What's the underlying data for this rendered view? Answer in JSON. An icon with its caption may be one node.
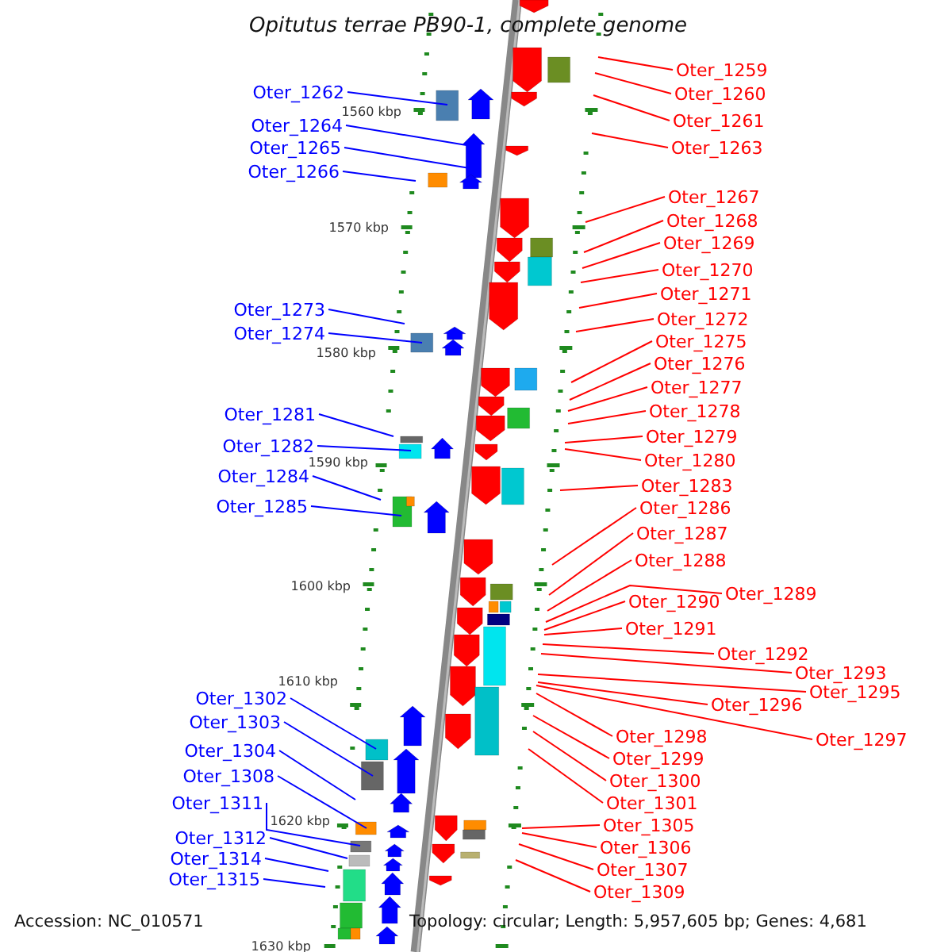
{
  "diagram": {
    "title": "Opitutus terrae PB90-1, complete genome",
    "nodes": [
      {
        "text": [
          "Oter_1262"
        ]
      },
      {
        "text": [
          "Oter_1264"
        ]
      },
      {
        "text": [
          "Oter_1265"
        ]
      },
      {
        "text": [
          "Oter_1266"
        ]
      },
      {
        "text": [
          "Oter_1273"
        ]
      },
      {
        "text": [
          "Oter_1274"
        ]
      },
      {
        "text": [
          "Oter_1281"
        ]
      },
      {
        "text": [
          "Oter_1282"
        ]
      },
      {
        "text": [
          "Oter_1284"
        ]
      },
      {
        "text": [
          "Oter_1285"
        ]
      },
      {
        "text": [
          "Oter_1302"
        ]
      },
      {
        "text": [
          "Oter_1303"
        ]
      },
      {
        "text": [
          "Oter_1304"
        ]
      },
      {
        "text": [
          "Oter_1308"
        ]
      },
      {
        "text": [
          "Oter_1311"
        ]
      },
      {
        "text": [
          "Oter_1312"
        ]
      },
      {
        "text": [
          "Oter_1314"
        ]
      },
      {
        "text": [
          "Oter_1315"
        ]
      },
      {
        "text": [
          "Oter_1259"
        ]
      },
      {
        "text": [
          "Oter_1260"
        ]
      },
      {
        "text": [
          "Oter_1261"
        ]
      },
      {
        "text": [
          "Oter_1263"
        ]
      },
      {
        "text": [
          "Oter_1267"
        ]
      },
      {
        "text": [
          "Oter_1268"
        ]
      },
      {
        "text": [
          "Oter_1269"
        ]
      },
      {
        "text": [
          "Oter_1270"
        ]
      },
      {
        "text": [
          "Oter_1271"
        ]
      },
      {
        "text": [
          "Oter_1272"
        ]
      },
      {
        "text": [
          "Oter_1275"
        ]
      },
      {
        "text": [
          "Oter_1276"
        ]
      },
      {
        "text": [
          "Oter_1277"
        ]
      },
      {
        "text": [
          "Oter_1278"
        ]
      },
      {
        "text": [
          "Oter_1279"
        ]
      },
      {
        "text": [
          "Oter_1280"
        ]
      },
      {
        "text": [
          "Oter_1283"
        ]
      },
      {
        "text": [
          "Oter_1286"
        ]
      },
      {
        "text": [
          "Oter_1287"
        ]
      },
      {
        "text": [
          "Oter_1288"
        ]
      },
      {
        "text": [
          "Oter_1289"
        ]
      },
      {
        "text": [
          "Oter_1290"
        ]
      },
      {
        "text": [
          "Oter_1291"
        ]
      },
      {
        "text": [
          "Oter_1292"
        ]
      },
      {
        "text": [
          "Oter_1293"
        ]
      },
      {
        "text": [
          "Oter_1295"
        ]
      },
      {
        "text": [
          "Oter_1296"
        ]
      },
      {
        "text": [
          "Oter_1297"
        ]
      },
      {
        "text": [
          "Oter_1298"
        ]
      },
      {
        "text": [
          "Oter_1299"
        ]
      },
      {
        "text": [
          "Oter_1300"
        ]
      },
      {
        "text": [
          "Oter_1301"
        ]
      },
      {
        "text": [
          "Oter_1305"
        ]
      },
      {
        "text": [
          "Oter_1306"
        ]
      },
      {
        "text": [
          "Oter_1307"
        ]
      },
      {
        "text": [
          "Oter_1309"
        ]
      }
    ],
    "edges": [
      {
        "from": 0,
        "to": null,
        "arrow": "none",
        "color": "#0000ff"
      },
      {
        "from": 1,
        "to": null,
        "arrow": "none",
        "color": "#0000ff"
      },
      {
        "from": 2,
        "to": null,
        "arrow": "none",
        "color": "#0000ff"
      },
      {
        "from": 3,
        "to": null,
        "arrow": "none",
        "color": "#0000ff"
      },
      {
        "from": 4,
        "to": null,
        "arrow": "none",
        "color": "#0000ff"
      },
      {
        "from": 5,
        "to": null,
        "arrow": "none",
        "color": "#0000ff"
      },
      {
        "from": 6,
        "to": null,
        "arrow": "none",
        "color": "#0000ff"
      },
      {
        "from": 7,
        "to": null,
        "arrow": "none",
        "color": "#0000ff"
      },
      {
        "from": 8,
        "to": null,
        "arrow": "none",
        "color": "#0000ff"
      },
      {
        "from": 9,
        "to": null,
        "arrow": "none",
        "color": "#0000ff"
      },
      {
        "from": 10,
        "to": null,
        "arrow": "none",
        "color": "#0000ff"
      },
      {
        "from": 11,
        "to": null,
        "arrow": "none",
        "color": "#0000ff"
      },
      {
        "from": 12,
        "to": null,
        "arrow": "none",
        "color": "#0000ff"
      },
      {
        "from": 13,
        "to": null,
        "arrow": "none",
        "color": "#0000ff"
      },
      {
        "from": 14,
        "to": null,
        "arrow": "none",
        "color": "#0000ff"
      },
      {
        "from": 15,
        "to": null,
        "arrow": "none",
        "color": "#0000ff"
      },
      {
        "from": 16,
        "to": null,
        "arrow": "none",
        "color": "#0000ff"
      },
      {
        "from": 17,
        "to": null,
        "arrow": "none",
        "color": "#0000ff"
      },
      {
        "from": 18,
        "to": null,
        "arrow": "none"
      },
      {
        "from": 19,
        "to": null,
        "arrow": "none"
      },
      {
        "from": 20,
        "to": null,
        "arrow": "none"
      },
      {
        "from": 21,
        "to": null,
        "arrow": "none"
      },
      {
        "from": 22,
        "to": null,
        "arrow": "none"
      },
      {
        "from": 23,
        "to": null,
        "arrow": "none"
      },
      {
        "from": 24,
        "to": null,
        "arrow": "none"
      },
      {
        "from": 25,
        "to": null,
        "arrow": "none"
      },
      {
        "from": 26,
        "to": null,
        "arrow": "none"
      },
      {
        "from": 27,
        "to": null,
        "arrow": "none"
      },
      {
        "from": 28,
        "to": null,
        "arrow": "none"
      },
      {
        "from": 29,
        "to": null,
        "arrow": "none"
      },
      {
        "from": 30,
        "to": null,
        "arrow": "none"
      },
      {
        "from": 31,
        "to": null,
        "arrow": "none"
      },
      {
        "from": 32,
        "to": null,
        "arrow": "none"
      },
      {
        "from": 33,
        "to": null,
        "arrow": "none"
      },
      {
        "from": 34,
        "to": null,
        "arrow": "none"
      },
      {
        "from": 35,
        "to": null,
        "arrow": "none"
      },
      {
        "from": 36,
        "to": null,
        "arrow": "none"
      },
      {
        "from": 37,
        "to": null,
        "arrow": "none"
      },
      {
        "from": 38,
        "to": null,
        "arrow": "none"
      },
      {
        "from": 39,
        "to": null,
        "arrow": "none"
      },
      {
        "from": 40,
        "to": null,
        "arrow": "none"
      },
      {
        "from": 41,
        "to": null,
        "arrow": "none"
      },
      {
        "from": 42,
        "to": null,
        "arrow": "none"
      },
      {
        "from": 43,
        "to": null,
        "arrow": "none"
      },
      {
        "from": 44,
        "to": null,
        "arrow": "none"
      },
      {
        "from": 45,
        "to": null,
        "arrow": "none"
      },
      {
        "from": 46,
        "to": null,
        "arrow": "none"
      },
      {
        "from": 47,
        "to": null,
        "arrow": "none"
      },
      {
        "from": 48,
        "to": null,
        "arrow": "none"
      },
      {
        "from": 49,
        "to": null,
        "arrow": "none"
      },
      {
        "from": 50,
        "to": null,
        "arrow": "none"
      },
      {
        "from": 51,
        "to": null,
        "arrow": "none"
      },
      {
        "from": 52,
        "to": null,
        "arrow": "none"
      },
      {
        "from": 53,
        "to": null,
        "arrow": "none"
      }
    ],
    "labels": [
      "1560 kbp",
      "1570 kbp",
      "1580 kbp",
      "1590 kbp",
      "1600 kbp",
      "1610 kbp",
      "1620 kbp",
      "1630 kbp",
      "Accession: NC_010571",
      "Topology: circular; Length: 5,957,605 bp; Genes: 4,681"
    ]
  }
}
